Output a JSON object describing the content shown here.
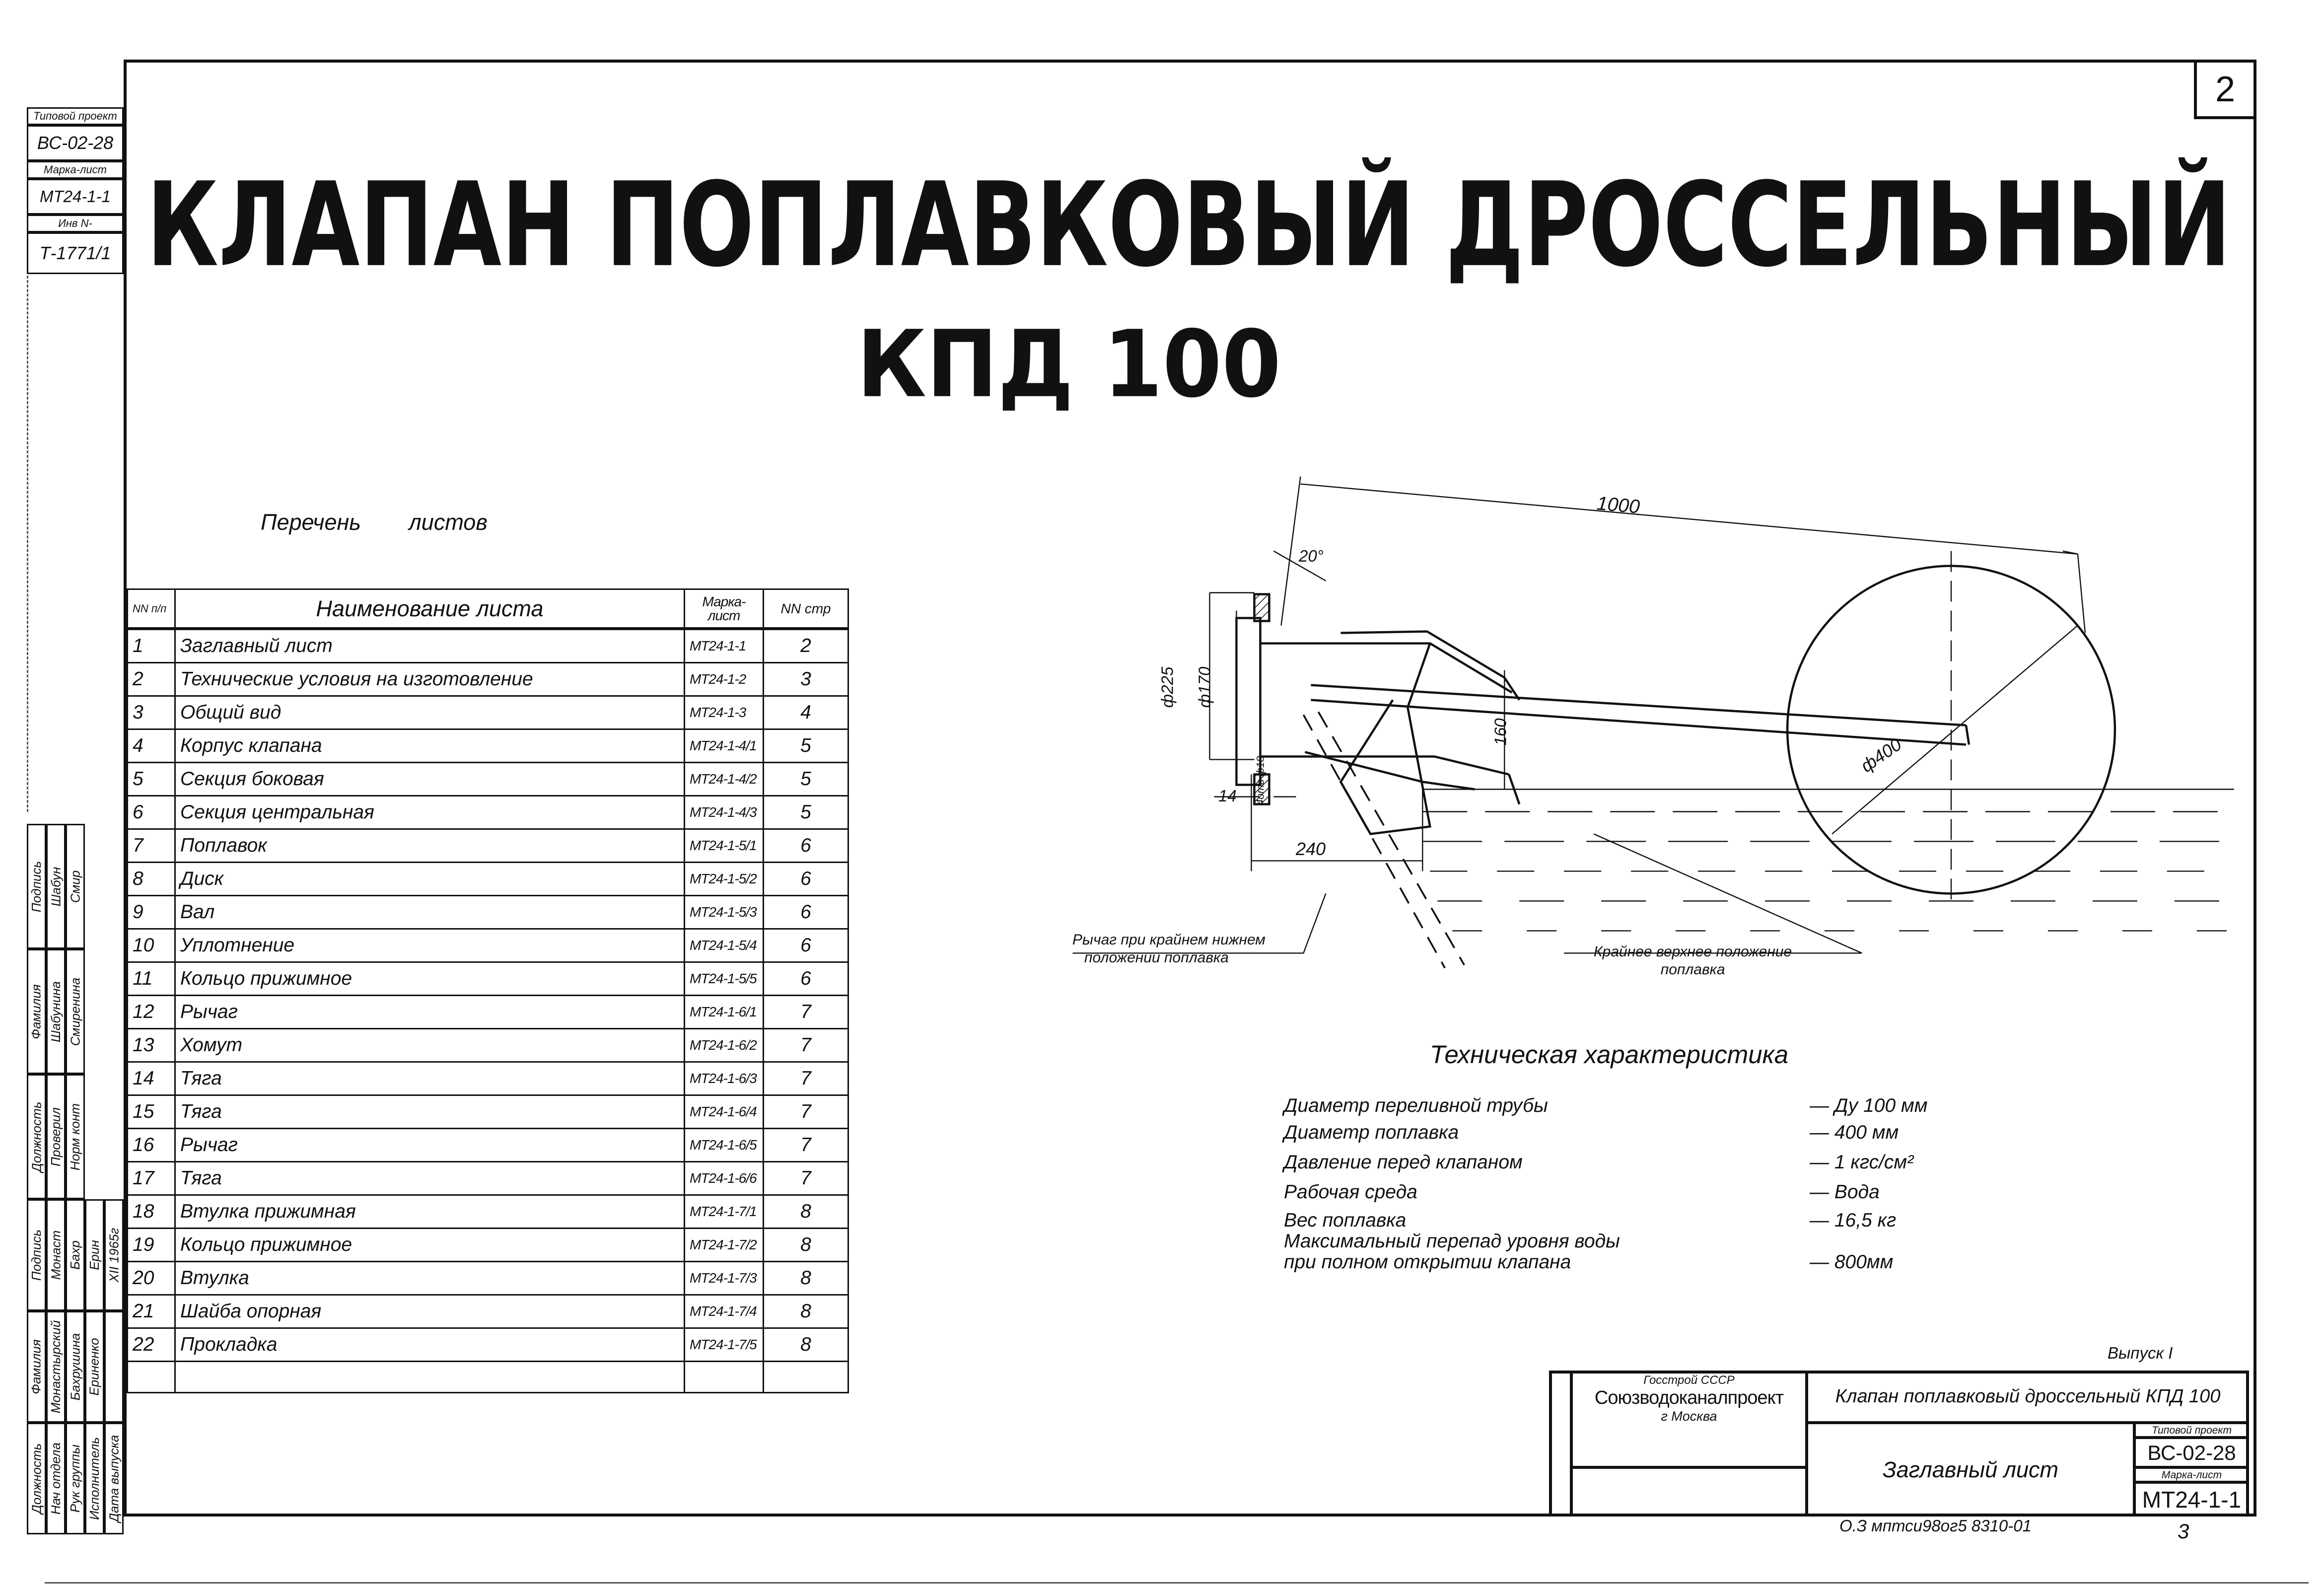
{
  "sheet_number": "2",
  "left_stamp": {
    "project_label": "Типовой проект",
    "project_value": "ВС-02-28",
    "mark_label": "Марка-лист",
    "mark_value": "МТ24-1-1",
    "inv_label": "Инв N-",
    "inv_value": "Т-1771/1"
  },
  "title": {
    "line1": "КЛАПАН ПОПЛАВКОВЫЙ ДРОССЕЛЬНЫЙ",
    "line2": "КПД 100"
  },
  "list": {
    "caption": "Перечень листов",
    "headers": {
      "num": "NN п/п",
      "name": "Наименование листа",
      "mark": "Марка-лист",
      "page": "NN стр"
    },
    "rows": [
      {
        "n": "1",
        "name": "Заглавный лист",
        "mark": "МТ24-1-1",
        "page": "2"
      },
      {
        "n": "2",
        "name": "Технические условия на изготовление",
        "mark": "МТ24-1-2",
        "page": "3"
      },
      {
        "n": "3",
        "name": "Общий вид",
        "mark": "МТ24-1-3",
        "page": "4"
      },
      {
        "n": "4",
        "name": "Корпус клапана",
        "mark": "МТ24-1-4/1",
        "page": "5"
      },
      {
        "n": "5",
        "name": "Секция боковая",
        "mark": "МТ24-1-4/2",
        "page": "5"
      },
      {
        "n": "6",
        "name": "Секция центральная",
        "mark": "МТ24-1-4/3",
        "page": "5"
      },
      {
        "n": "7",
        "name": "Поплавок",
        "mark": "МТ24-1-5/1",
        "page": "6"
      },
      {
        "n": "8",
        "name": "Диск",
        "mark": "МТ24-1-5/2",
        "page": "6"
      },
      {
        "n": "9",
        "name": "Вал",
        "mark": "МТ24-1-5/3",
        "page": "6"
      },
      {
        "n": "10",
        "name": "Уплотнение",
        "mark": "МТ24-1-5/4",
        "page": "6"
      },
      {
        "n": "11",
        "name": "Кольцо прижимное",
        "mark": "МТ24-1-5/5",
        "page": "6"
      },
      {
        "n": "12",
        "name": "Рычаг",
        "mark": "МТ24-1-6/1",
        "page": "7"
      },
      {
        "n": "13",
        "name": "Хомут",
        "mark": "МТ24-1-6/2",
        "page": "7"
      },
      {
        "n": "14",
        "name": "Тяга",
        "mark": "МТ24-1-6/3",
        "page": "7"
      },
      {
        "n": "15",
        "name": "Тяга",
        "mark": "МТ24-1-6/4",
        "page": "7"
      },
      {
        "n": "16",
        "name": "Рычаг",
        "mark": "МТ24-1-6/5",
        "page": "7"
      },
      {
        "n": "17",
        "name": "Тяга",
        "mark": "МТ24-1-6/6",
        "page": "7"
      },
      {
        "n": "18",
        "name": "Втулка прижимная",
        "mark": "МТ24-1-7/1",
        "page": "8"
      },
      {
        "n": "19",
        "name": "Кольцо прижимное",
        "mark": "МТ24-1-7/2",
        "page": "8"
      },
      {
        "n": "20",
        "name": "Втулка",
        "mark": "МТ24-1-7/3",
        "page": "8"
      },
      {
        "n": "21",
        "name": "Шайба опорная",
        "mark": "МТ24-1-7/4",
        "page": "8"
      },
      {
        "n": "22",
        "name": "Прокладка",
        "mark": "МТ24-1-7/5",
        "page": "8"
      }
    ]
  },
  "drawing": {
    "dim_length": "1000",
    "dim_angle": "20°",
    "dim_d225": "ф225",
    "dim_d170": "ф170",
    "dim_holes": "4отв ф18",
    "dim_14": "14",
    "dim_240": "240",
    "dim_160": "160",
    "dim_d400": "ф400",
    "note_lever": [
      "Рычаг при крайнем нижнем",
      "положении поплавка"
    ],
    "note_float": [
      "Крайнее верхнее положение",
      "поплавка"
    ]
  },
  "specs": {
    "title": "Техническая характеристика",
    "rows": [
      {
        "label": "Диаметр переливной трубы",
        "value": "— Ду 100 мм"
      },
      {
        "label": "Диаметр поплавка",
        "value": "—   400 мм"
      },
      {
        "label": "Давление перед клапаном",
        "value": "— 1 кгс/см²"
      },
      {
        "label": "Рабочая среда",
        "value": "— Вода"
      },
      {
        "label": "Вес поплавка",
        "value": "— 16,5 кг"
      },
      {
        "label": "Максимальный перепад уровня воды",
        "value": ""
      },
      {
        "label": "при полном открытии клапана",
        "value": "— 800мм"
      }
    ]
  },
  "side_stamp": {
    "upper": [
      [
        "Должность",
        "Фамилия",
        "Подпись"
      ],
      [
        "Проверил",
        "Шабунина",
        "Шабун"
      ],
      [
        "Норм конт",
        "Смиренина",
        "Смир"
      ]
    ],
    "lower": [
      [
        "Должность",
        "Фамилия",
        "Подпись"
      ],
      [
        "Нач отдела",
        "Монастырский",
        "Монаст"
      ],
      [
        "Рук группы",
        "Бахрушина",
        "Бахр"
      ],
      [
        "Исполнитель",
        "Ериненко",
        "Ерин"
      ],
      [
        "Дата выпуска",
        "",
        "XII 1965г"
      ]
    ]
  },
  "title_block": {
    "issue": "Выпуск I",
    "org_top": "Госстрой СССР",
    "org_name": "Союзводоканалпроект",
    "org_city": "г Москва",
    "product": "Клапан поплавковый дроссельный КПД 100",
    "sheet_name": "Заглавный лист",
    "project_label": "Типовой проект",
    "project_value": "ВС-02-28",
    "mark_label": "Марка-лист",
    "mark_value": "МТ24-1-1",
    "footer_code": "О.З мптси98ог5  8310-01",
    "footer_page": "3"
  }
}
